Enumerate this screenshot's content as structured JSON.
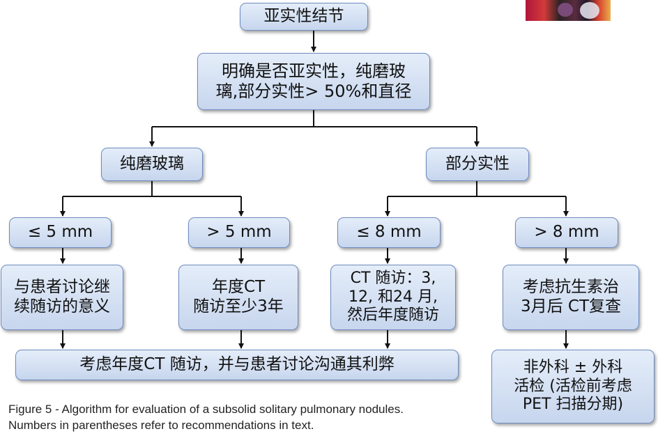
{
  "nodes": {
    "root": "亚实性结节",
    "clarify": "明确是否亚实性，纯磨玻\n璃,部分实性> 50%和直径",
    "ggo": "纯磨玻璃",
    "partsolid": "部分实性",
    "le5": "≤ 5 mm",
    "gt5": "> 5 mm",
    "le8": "≤ 8 mm",
    "gt8": "> 8 mm",
    "discuss": "与患者讨论继\n续随访的意义",
    "annual_ct": "年度CT\n随访至少3年",
    "ct_schedule": "CT 随访：3,\n12, 和24 月,\n然后年度随访",
    "antibiotics": "考虑抗生素治\n3月后 CT复查",
    "annual_discuss": "考虑年度CT 随访，并与患者讨论沟通其利弊",
    "surgery": "非外科 ± 外科\n活检 (活检前考虑\nPET 扫描分期)"
  },
  "caption": {
    "line1": "Figure 5 - Algorithm for evaluation of a subsolid solitary pulmonary nodules.",
    "line2": "Numbers in parentheses refer to recommendations in text."
  },
  "colors": {
    "box_fill_top": "#e4edf9",
    "box_fill_bottom": "#c7d6ee",
    "box_border": "#6d8bbf",
    "arrow": "#111111"
  }
}
